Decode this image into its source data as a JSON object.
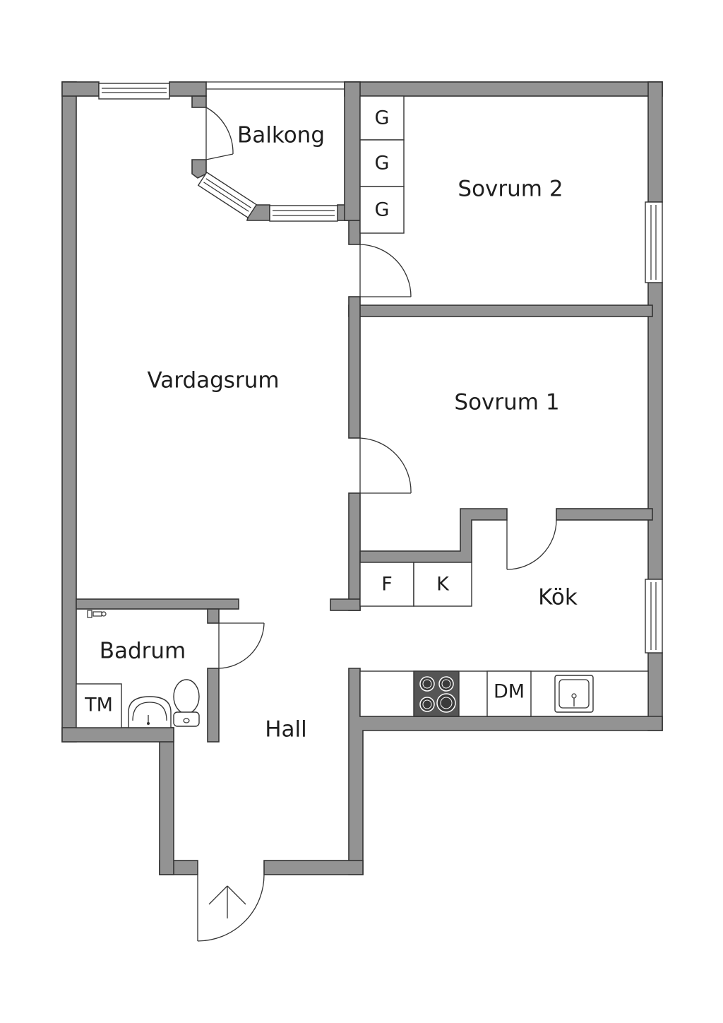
{
  "rooms": {
    "balkong": "Balkong",
    "sovrum2": "Sovrum 2",
    "vardagsrum": "Vardagsrum",
    "sovrum1": "Sovrum 1",
    "kok": "Kök",
    "badrum": "Badrum",
    "hall": "Hall"
  },
  "fixtures": {
    "wardrobe1": "G",
    "wardrobe2": "G",
    "wardrobe3": "G",
    "fridge": "F",
    "freezer": "K",
    "dishwasher": "DM",
    "washing_machine": "TM"
  },
  "colors": {
    "wall": "#939393",
    "stroke": "#333333",
    "stove": "#555555"
  }
}
